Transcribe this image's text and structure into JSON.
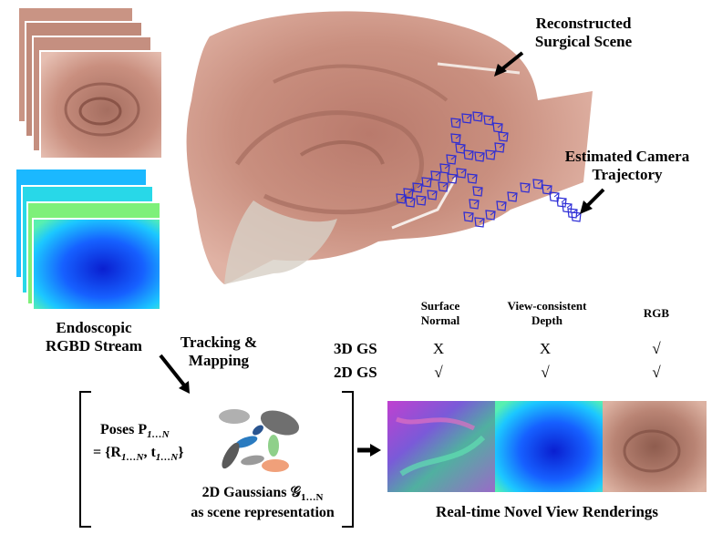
{
  "labels": {
    "reconstructed": "Reconstructed\nSurgical Scene",
    "trajectory": "Estimated Camera\nTrajectory",
    "stream": "Endoscopic\nRGBD Stream",
    "tracking": "Tracking &\nMapping",
    "poses_line1": "Poses P",
    "poses_sub": "1…N",
    "poses_line2": "= {R",
    "poses_r_sub": "1…N",
    "poses_t": ", t",
    "poses_t_sub": "1…N",
    "poses_close": "}",
    "gaussians_line1": "2D Gaussians 𝒢",
    "gaussians_sub": "1…N",
    "gaussians_line2": "as scene representation",
    "renderings": "Real-time Novel View Renderings"
  },
  "table": {
    "columns": [
      "Surface\nNormal",
      "View-consistent\nDepth",
      "RGB"
    ],
    "rows": [
      {
        "name": "3D GS",
        "values": [
          "X",
          "X",
          "√"
        ]
      },
      {
        "name": "2D GS",
        "values": [
          "√",
          "√",
          "√"
        ]
      }
    ]
  },
  "colors": {
    "tissue": "#c98f7f",
    "trajectory": "#2b2bd6",
    "depth_far": "#0a1fd0",
    "depth_near": "#3ff0c0"
  }
}
